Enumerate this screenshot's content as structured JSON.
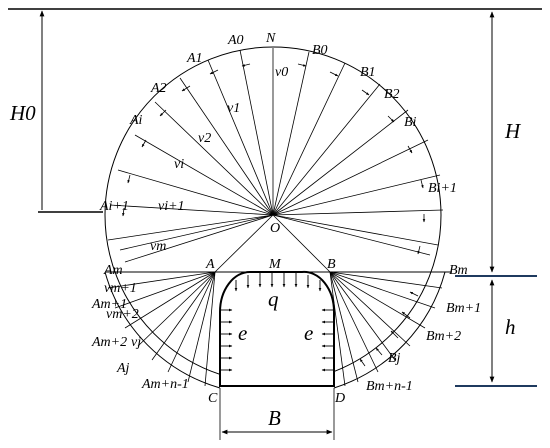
{
  "figure": {
    "dimension_labels": {
      "H0": "H0",
      "H": "H",
      "h": "h",
      "B_width": "B"
    },
    "points": {
      "N": "N",
      "O": "O",
      "M": "M",
      "A": "A",
      "B": "B",
      "C": "C",
      "D": "D",
      "A0": "A0",
      "A1": "A1",
      "A2": "A2",
      "Ai": "Ai",
      "Ai1": "Ai+1",
      "Am": "Am",
      "Am1": "Am+1",
      "Am2": "Am+2",
      "Aj": "Aj",
      "Amn1": "Am+n-1",
      "B0": "B0",
      "B1": "B1",
      "B2": "B2",
      "Bi": "Bi",
      "Bi1": "Bi+1",
      "Bm": "Bm",
      "Bm1": "Bm+1",
      "Bm2": "Bm+2",
      "Bj": "Bj",
      "Bmn1": "Bm+n-1"
    },
    "loads": {
      "q": "q",
      "e_left": "e",
      "e_right": "e"
    },
    "velocities": {
      "v0": "v0",
      "v1": "v1",
      "v2": "v2",
      "vi": "vi",
      "vi1": "vi+1",
      "vm": "vm",
      "vm1": "vm+1",
      "vm2": "vm+2",
      "vj": "vj"
    },
    "colors": {
      "line": "#000000",
      "accent_line": "#1f3a5f"
    }
  }
}
